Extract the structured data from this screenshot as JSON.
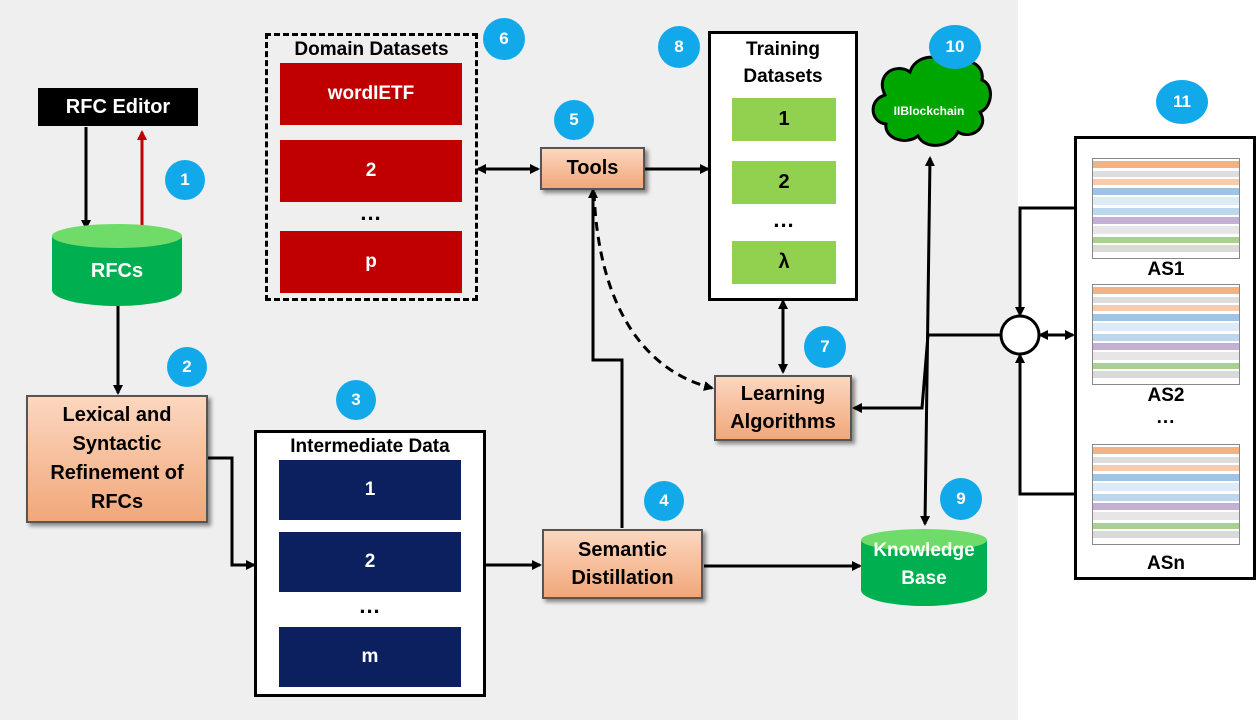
{
  "rfc_editor": "RFC Editor",
  "rfcs": "RFCs",
  "lexical": [
    "Lexical and",
    "Syntactic",
    "Refinement of",
    "RFCs"
  ],
  "intermediate": {
    "title": "Intermediate Data",
    "items": [
      "1",
      "2",
      "m"
    ],
    "dots": "..."
  },
  "domain": {
    "title": "Domain Datasets",
    "items": [
      "wordIETF",
      "2",
      "p"
    ],
    "dots": "..."
  },
  "tools": "Tools",
  "training": {
    "title": [
      "Training",
      "Datasets"
    ],
    "items": [
      "1",
      "2",
      "λ"
    ],
    "dots": "..."
  },
  "learning": [
    "Learning",
    "Algorithms"
  ],
  "semantic": [
    "Semantic",
    "Distillation"
  ],
  "knowledge": [
    "Knowledge",
    "Base"
  ],
  "blockchain": "IIBlockchain",
  "as_labels": [
    "AS1",
    "AS2",
    "ASn"
  ],
  "as_dots": "...",
  "badges": [
    "1",
    "2",
    "3",
    "4",
    "5",
    "6",
    "7",
    "8",
    "9",
    "10",
    "11"
  ],
  "colors": {
    "badge": "#12a9ea",
    "red_box": "#c00000",
    "navy_box": "#0c2060",
    "green_box": "#92d050",
    "cylinder": "#00b050",
    "cloud": "#00a600"
  }
}
